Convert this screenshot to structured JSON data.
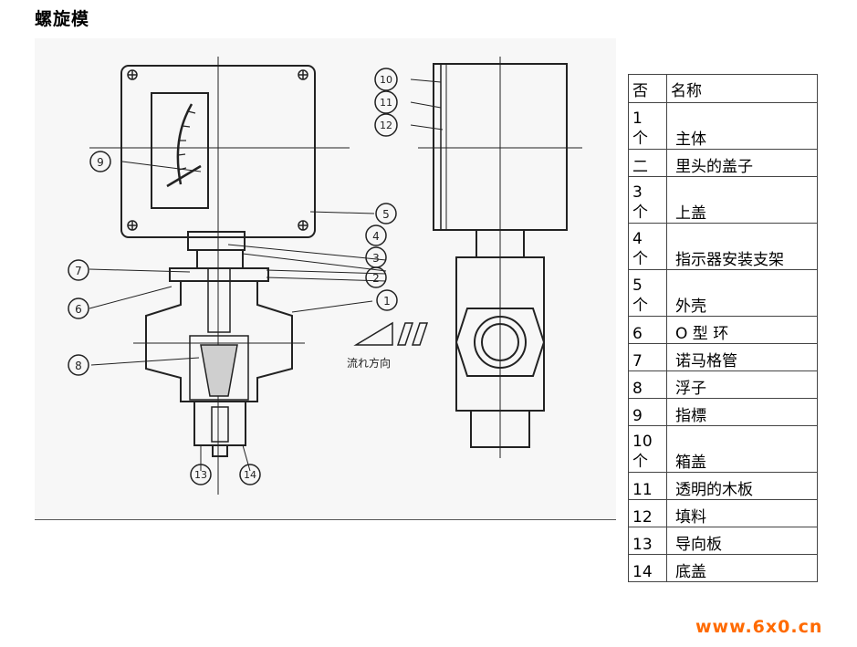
{
  "page": {
    "title": "螺旋模"
  },
  "diagram": {
    "flow_label": "流れ方向",
    "callouts": [
      "1",
      "2",
      "3",
      "4",
      "5",
      "6",
      "7",
      "8",
      "9",
      "10",
      "11",
      "12",
      "13",
      "14"
    ]
  },
  "table": {
    "header": {
      "no": "否",
      "name": "名称"
    },
    "rows": [
      {
        "no": "1\n个",
        "name": "主体"
      },
      {
        "no": "二",
        "name": "里头的盖子"
      },
      {
        "no": "3\n个",
        "name": "上盖"
      },
      {
        "no": "4\n个",
        "name": "指示器安装支架"
      },
      {
        "no": "5\n个",
        "name": "外壳"
      },
      {
        "no": "6",
        "name": "O 型 环"
      },
      {
        "no": "7",
        "name": "诺马格管"
      },
      {
        "no": "8",
        "name": "浮子"
      },
      {
        "no": "9",
        "name": "指標"
      },
      {
        "no": "10\n个",
        "name": "箱盖"
      },
      {
        "no": "11",
        "name": "透明的木板"
      },
      {
        "no": "12",
        "name": "填料"
      },
      {
        "no": "13",
        "name": "导向板"
      },
      {
        "no": "14",
        "name": "底盖"
      }
    ]
  },
  "watermark": "www.6x0.cn",
  "colors": {
    "watermark": "#ff6a00",
    "line": "#222222"
  }
}
